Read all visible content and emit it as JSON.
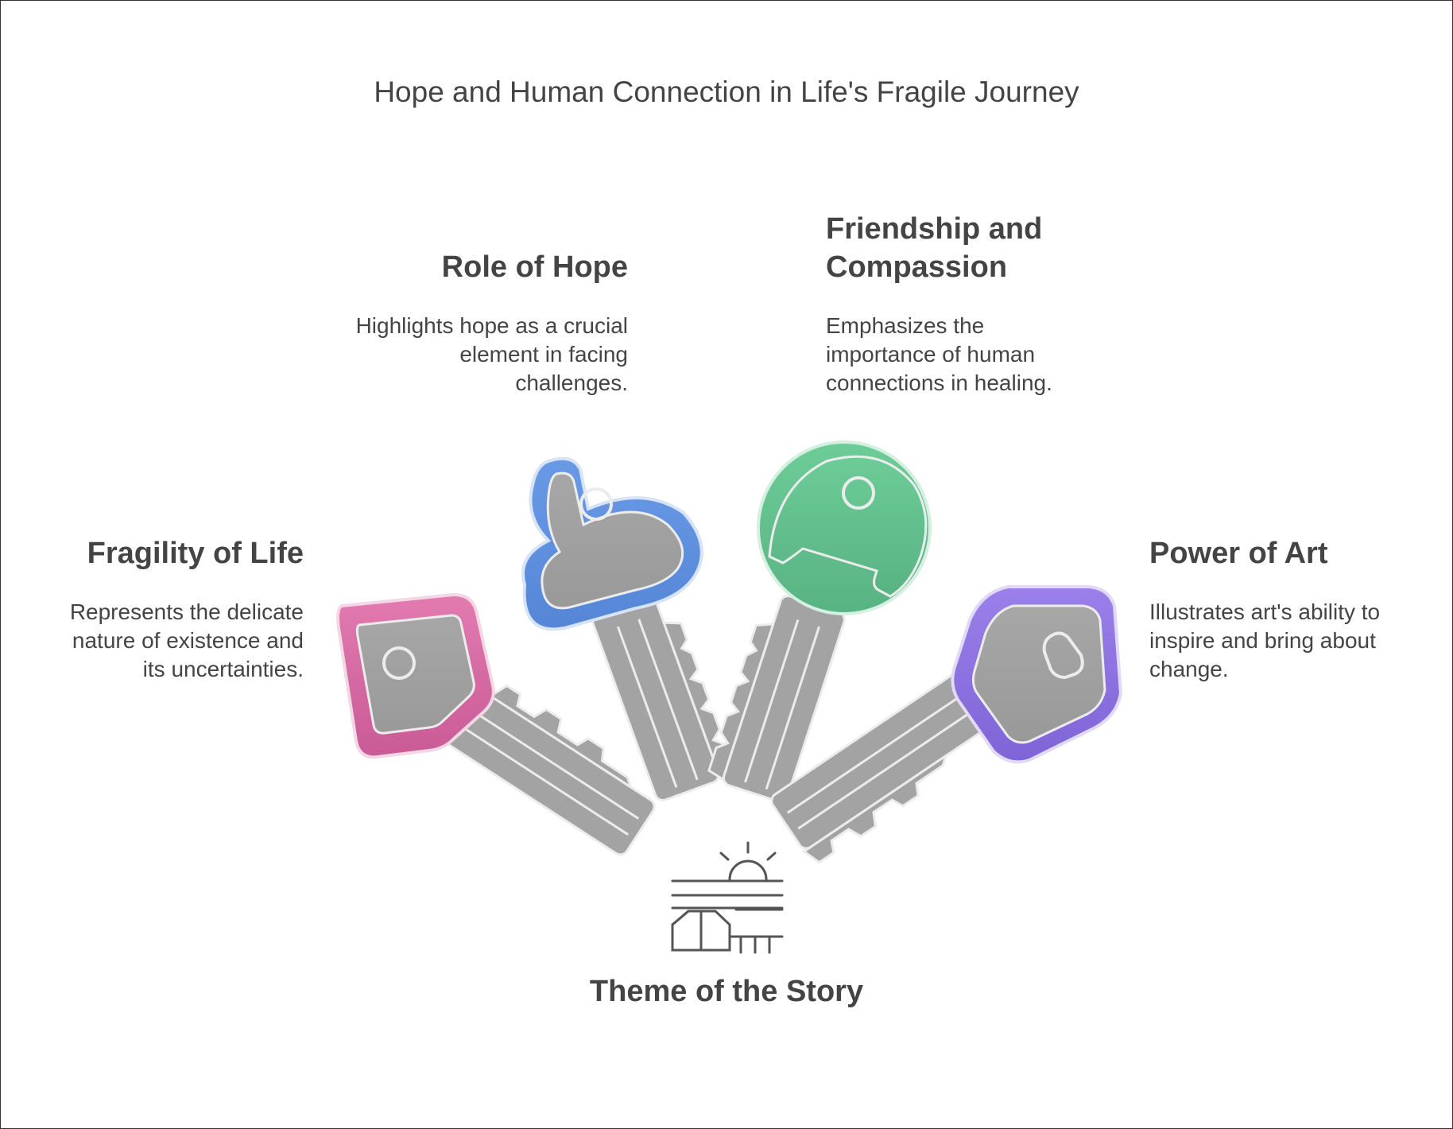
{
  "title": "Hope and Human Connection in Life's Fragile Journey",
  "center": {
    "label": "Theme of the Story",
    "icon": "sunrise-farm-icon"
  },
  "items": [
    {
      "label": "Fragility of Life",
      "description": "Represents the delicate nature of existence and its uncertainties.",
      "color": "#d9629f",
      "key_shape": "pentagon-key-icon"
    },
    {
      "label": "Role of Hope",
      "description": "Highlights hope as a crucial element in facing challenges.",
      "color": "#5b8ee0",
      "key_shape": "cloud-key-icon"
    },
    {
      "label": "Friendship and Compassion",
      "description": "Emphasizes the importance of human connections in healing.",
      "color": "#5cc28d",
      "key_shape": "round-key-icon"
    },
    {
      "label": "Power of Art",
      "description": "Illustrates art's ability to inspire and bring about change.",
      "color": "#8b6fe0",
      "key_shape": "hexagon-key-icon"
    }
  ]
}
